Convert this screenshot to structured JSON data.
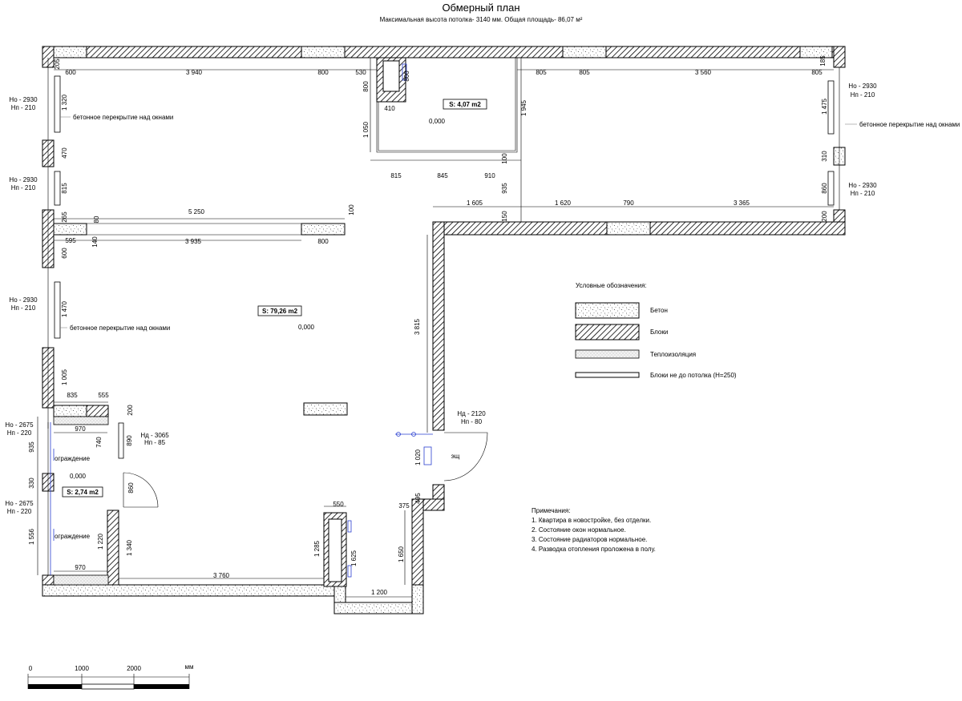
{
  "header": {
    "title": "Обмерный план",
    "subtitle": "Максимальная высота потолка- 3140 мм. Общая площадь- 86,07 м²"
  },
  "rooms": [
    {
      "area": "S: 79,26 m2",
      "level": "0,000"
    },
    {
      "area": "S: 4,07 m2",
      "level": "0,000"
    },
    {
      "area": "S: 2,74 m2",
      "level": "0,000"
    }
  ],
  "windows": [
    {
      "ho": "Но - 2930",
      "hp": "Нп - 210",
      "note": "бетонное перекрытие над окнами"
    },
    {
      "ho": "Но - 2930",
      "hp": "Нп - 210"
    },
    {
      "ho": "Но - 2930",
      "hp": "Нп - 210",
      "note": "бетонное перекрытие над окнами"
    },
    {
      "ho": "Но - 2930",
      "hp": "Нп - 210",
      "note": "бетонное перекрытие над окнами"
    },
    {
      "ho": "Но - 2930",
      "hp": "Нп - 210"
    },
    {
      "ho": "Но - 2675",
      "hp": "Нп - 220"
    },
    {
      "ho": "Но - 2675",
      "hp": "Нп - 220"
    }
  ],
  "doors": [
    {
      "hd": "Нд - 3065",
      "hp": "Нп - 85"
    },
    {
      "hd": "Нд - 2120",
      "hp": "Нп - 80"
    }
  ],
  "labels": {
    "railing": "ограждение",
    "panel": "эщ"
  },
  "dims": {
    "top": [
      "205",
      "600",
      "3 940",
      "800",
      "530",
      "805",
      "805",
      "3 560",
      "805",
      "185"
    ],
    "bath": [
      "800",
      "800",
      "410",
      "1 050",
      "1 945",
      "815",
      "845",
      "910",
      "100",
      "935"
    ],
    "left": [
      "1 320",
      "470",
      "815",
      "265",
      "80",
      "600",
      "1 470",
      "1 005"
    ],
    "mid": [
      "5 250",
      "100",
      "595",
      "140",
      "3 935",
      "800"
    ],
    "right": [
      "1 475",
      "310",
      "860",
      "1 605",
      "150",
      "1 620",
      "790",
      "3 365",
      "200",
      "3 815"
    ],
    "lower": [
      "835",
      "555",
      "200",
      "970",
      "740",
      "890",
      "935",
      "330",
      "860",
      "1 556",
      "1 220",
      "1 340",
      "970",
      "3 760",
      "550",
      "1 285",
      "1 625",
      "1 650",
      "1 200",
      "375",
      "495",
      "1 020"
    ]
  },
  "legend": {
    "title": "Условные обозначения:",
    "items": [
      "Бетон",
      "Блоки",
      "Теплоизоляция",
      "Блоки не до потолка (Н=250)"
    ]
  },
  "notes": {
    "title": "Примечания:",
    "items": [
      "1. Квартира в новостройке, без отделки.",
      "2. Состояние окон нормальное.",
      "3. Состояние радиаторов нормальное.",
      "4. Разводка отопления проложена в полу."
    ]
  },
  "scale": {
    "ticks": [
      "0",
      "1000",
      "2000"
    ],
    "unit": "мм"
  }
}
